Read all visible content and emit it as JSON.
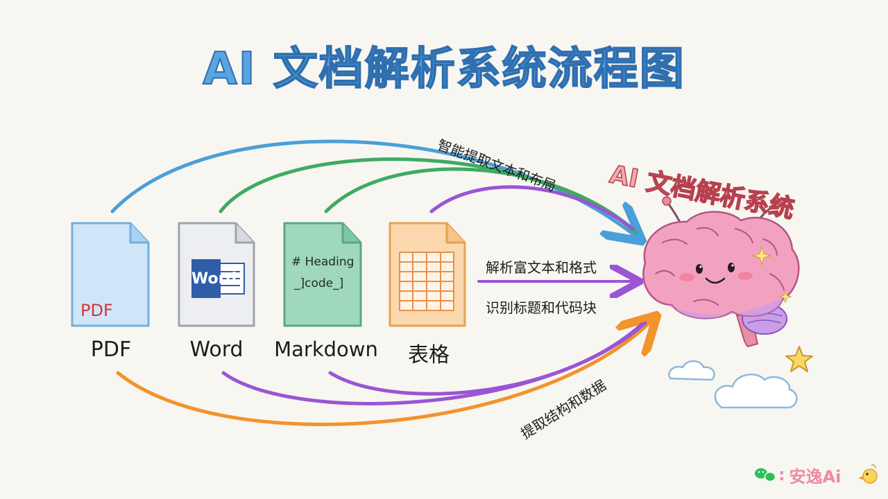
{
  "title": "AI 文档解析系统流程图",
  "documents": [
    {
      "id": "pdf",
      "label": "PDF",
      "icon_text": "PDF",
      "color": "#8ec8ee"
    },
    {
      "id": "word",
      "label": "Word",
      "icon_text": "Word",
      "color": "#c9ccd3"
    },
    {
      "id": "markdown",
      "label": "Markdown",
      "icon_lines": [
        "# Heading",
        "_]code_]"
      ],
      "color": "#7fc8a4"
    },
    {
      "id": "table",
      "label": "表格",
      "color": "#f6b56c"
    }
  ],
  "flows": {
    "top": "智能提取文本和布局",
    "middle_1": "解析富文本和格式",
    "middle_2": "识别标题和代码块",
    "bottom": "提取结构和数据"
  },
  "brain": {
    "title": "AI 文档解析系统",
    "icon": "brain-character-icon"
  },
  "watermark": {
    "icon": "wechat-icon",
    "text": "安逸Ai",
    "separator": ":"
  },
  "colors": {
    "blue": "#4a9fd8",
    "green": "#3faa63",
    "purple": "#9a55d4",
    "orange": "#f2932c",
    "title_fill": "#5aa4e0",
    "title_stroke": "#2f6fb0",
    "brain_title": "#b6404e"
  }
}
